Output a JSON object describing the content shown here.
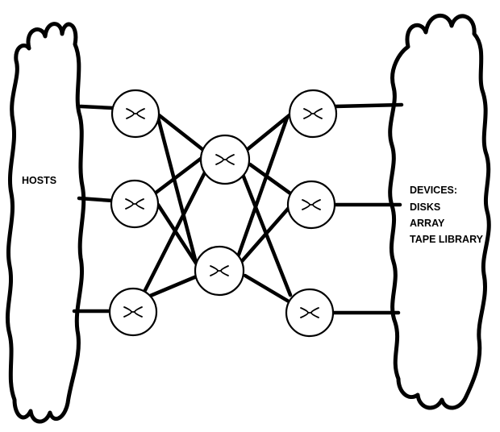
{
  "hosts": {
    "label": "HOSTS"
  },
  "devices": {
    "lines": [
      "DEVICES:",
      "DISKS",
      "ARRAY",
      "TAPE LIBRARY"
    ]
  },
  "switches": [
    {
      "id": "edge-left-1"
    },
    {
      "id": "edge-left-2"
    },
    {
      "id": "edge-left-3"
    },
    {
      "id": "core-1"
    },
    {
      "id": "core-2"
    },
    {
      "id": "edge-right-1"
    },
    {
      "id": "edge-right-2"
    },
    {
      "id": "edge-right-3"
    }
  ],
  "links": [
    [
      "hosts-cloud",
      "edge-left-1"
    ],
    [
      "hosts-cloud",
      "edge-left-2"
    ],
    [
      "hosts-cloud",
      "edge-left-3"
    ],
    [
      "edge-left-1",
      "core-1"
    ],
    [
      "edge-left-1",
      "core-2"
    ],
    [
      "edge-left-2",
      "core-1"
    ],
    [
      "edge-left-2",
      "core-2"
    ],
    [
      "edge-left-3",
      "core-1"
    ],
    [
      "edge-left-3",
      "core-2"
    ],
    [
      "core-1",
      "edge-right-1"
    ],
    [
      "core-1",
      "edge-right-2"
    ],
    [
      "core-1",
      "edge-right-3"
    ],
    [
      "core-2",
      "edge-right-1"
    ],
    [
      "core-2",
      "edge-right-2"
    ],
    [
      "core-2",
      "edge-right-3"
    ],
    [
      "edge-right-1",
      "devices-cloud"
    ],
    [
      "edge-right-2",
      "devices-cloud"
    ],
    [
      "edge-right-3",
      "devices-cloud"
    ]
  ]
}
